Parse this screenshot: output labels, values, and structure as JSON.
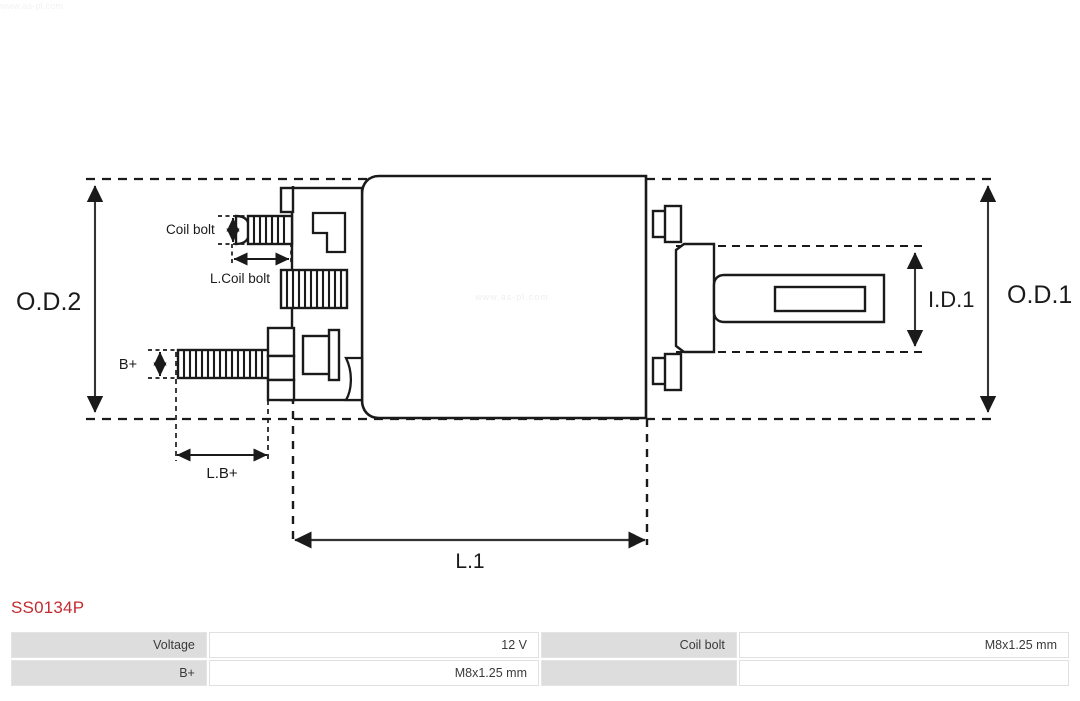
{
  "watermark": {
    "text": "www.as-pl.com"
  },
  "part": {
    "code": "SS0134P"
  },
  "drawing": {
    "title": "Starter solenoid dimensional drawing",
    "labels": {
      "od2": "O.D.2",
      "od1": "O.D.1",
      "id1": "I.D.1",
      "coil_bolt": "Coil bolt",
      "l_coil_bolt": "L.Coil bolt",
      "b_plus": "B+",
      "l_b_plus": "L.B+",
      "l1": "L.1"
    },
    "colors": {
      "line": "#1a1a1a",
      "background": "#ffffff"
    }
  },
  "spec_table": {
    "rows": [
      {
        "left_label": "Voltage",
        "left_value": "12 V",
        "right_label": "Coil bolt",
        "right_value": "M8x1.25 mm"
      },
      {
        "left_label": "B+",
        "left_value": "M8x1.25 mm",
        "right_label": "",
        "right_value": ""
      }
    ]
  }
}
